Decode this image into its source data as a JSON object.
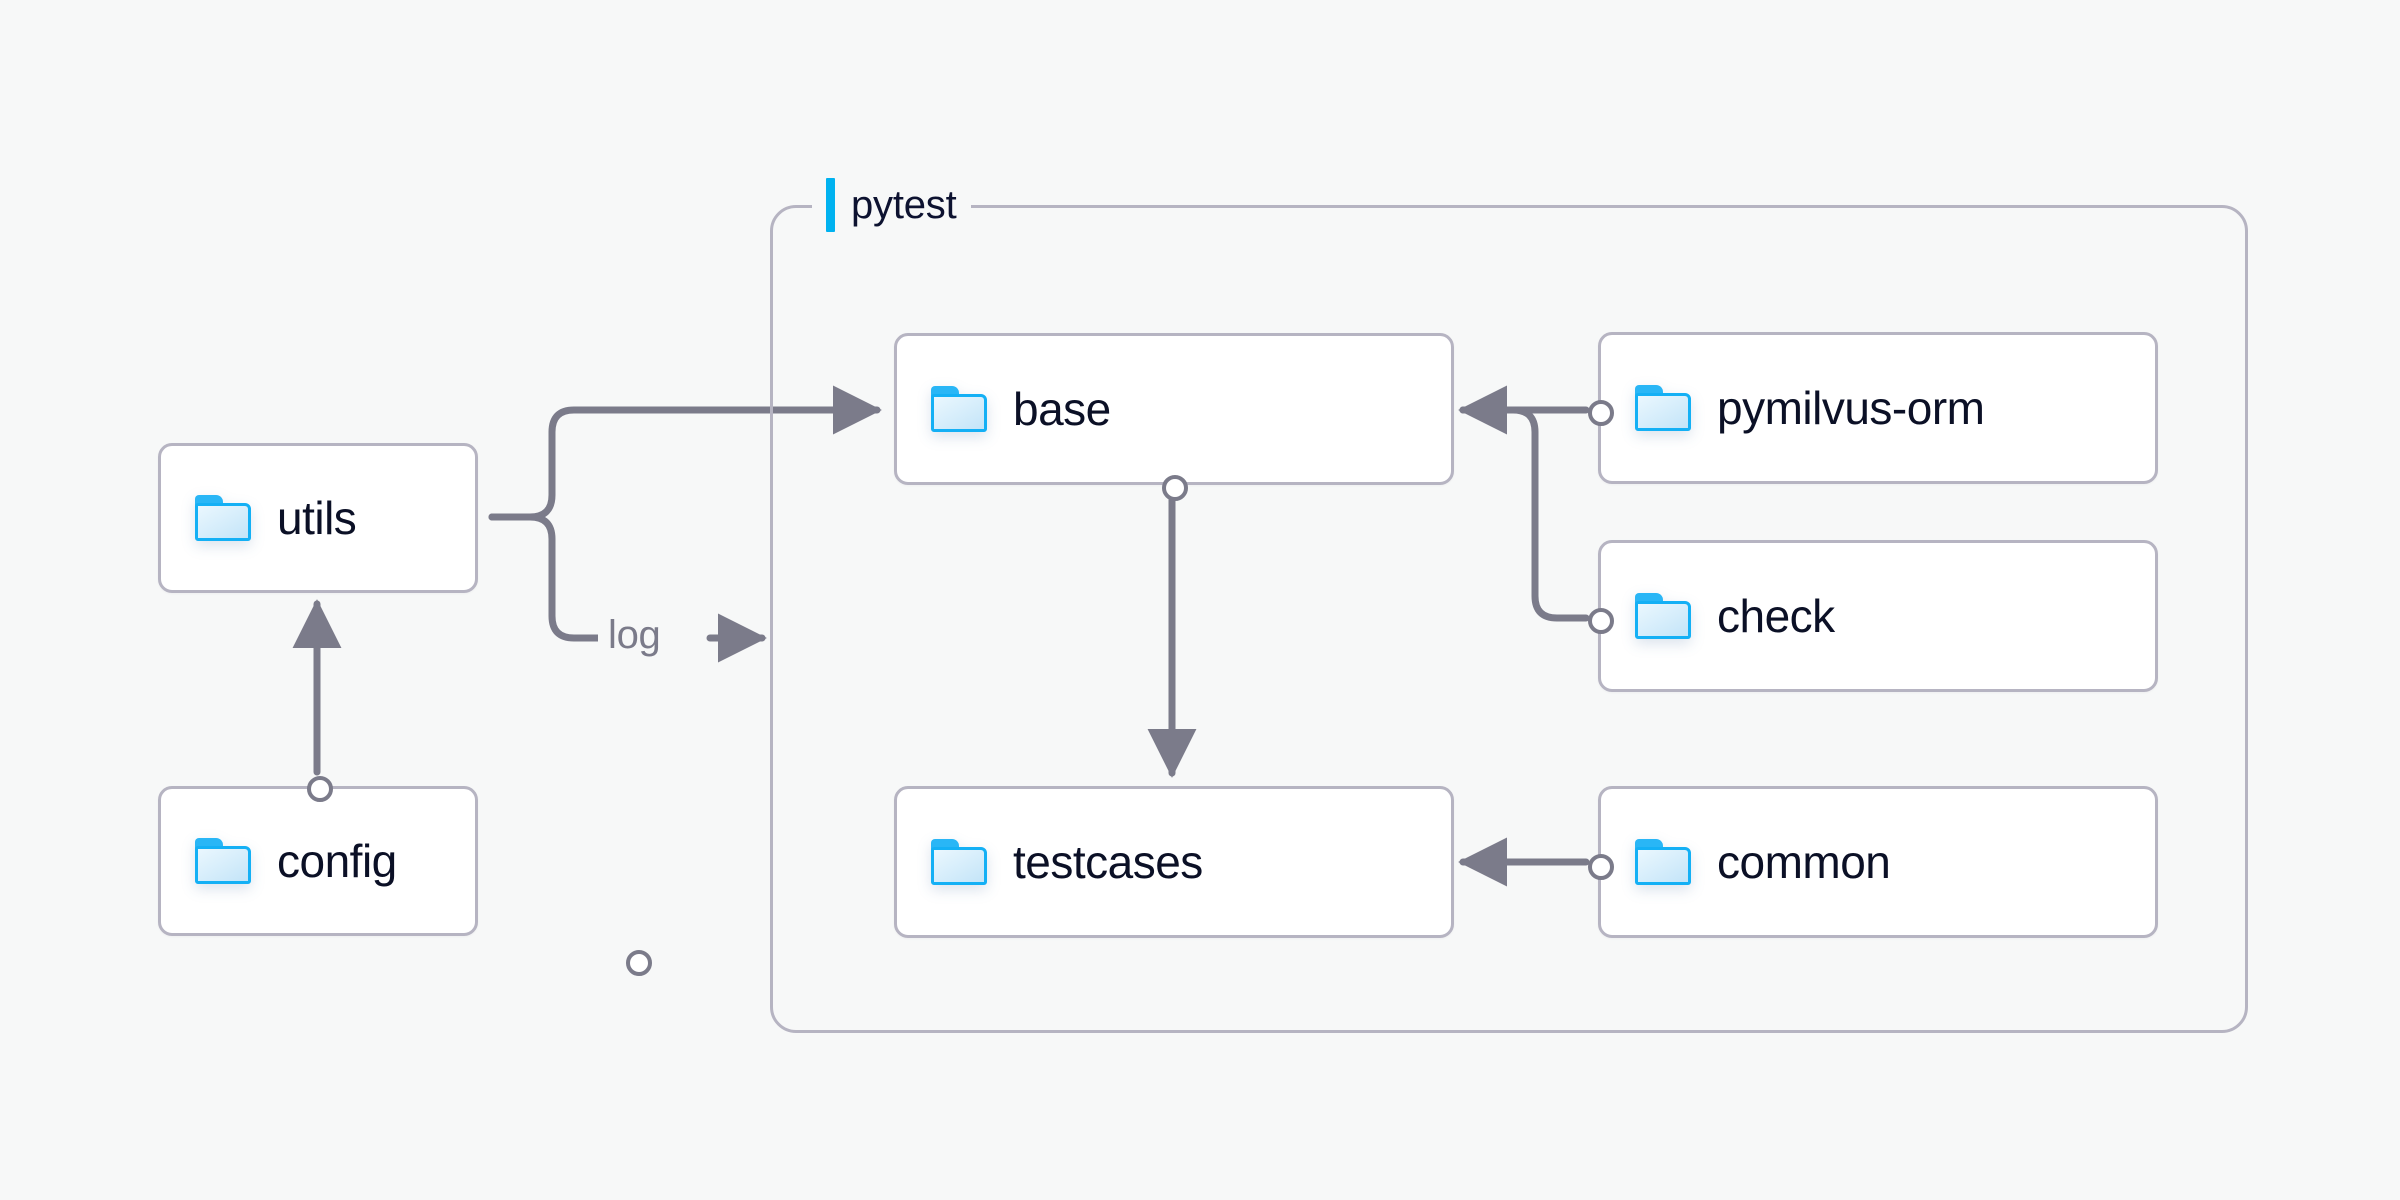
{
  "diagram": {
    "type": "flow-architecture",
    "background_color": "#f7f8f8",
    "accent_color": "#00b2f0",
    "edge_color": "#7b7b8a",
    "node_border_color": "#b6b4c2",
    "node_text_color": "#0b1026"
  },
  "group": {
    "title": "pytest",
    "bar_color": "#00b2f0"
  },
  "nodes": {
    "utils": {
      "label": "utils",
      "icon": "folder-icon"
    },
    "config": {
      "label": "config",
      "icon": "folder-icon"
    },
    "base": {
      "label": "base",
      "icon": "folder-icon"
    },
    "testcases": {
      "label": "testcases",
      "icon": "folder-icon"
    },
    "pymilvus_orm": {
      "label": "pymilvus-orm",
      "icon": "folder-icon"
    },
    "check": {
      "label": "check",
      "icon": "folder-icon"
    },
    "common": {
      "label": "common",
      "icon": "folder-icon"
    }
  },
  "edges": [
    {
      "from": "utils",
      "to": "base",
      "label": ""
    },
    {
      "from": "utils",
      "to": "pytest",
      "label": "log"
    },
    {
      "from": "config",
      "to": "utils",
      "label": ""
    },
    {
      "from": "base",
      "to": "testcases",
      "label": ""
    },
    {
      "from": "pymilvus-orm",
      "to": "base",
      "label": ""
    },
    {
      "from": "check",
      "to": "base",
      "label": ""
    },
    {
      "from": "common",
      "to": "testcases",
      "label": ""
    }
  ],
  "edge_labels": {
    "log": "log"
  }
}
